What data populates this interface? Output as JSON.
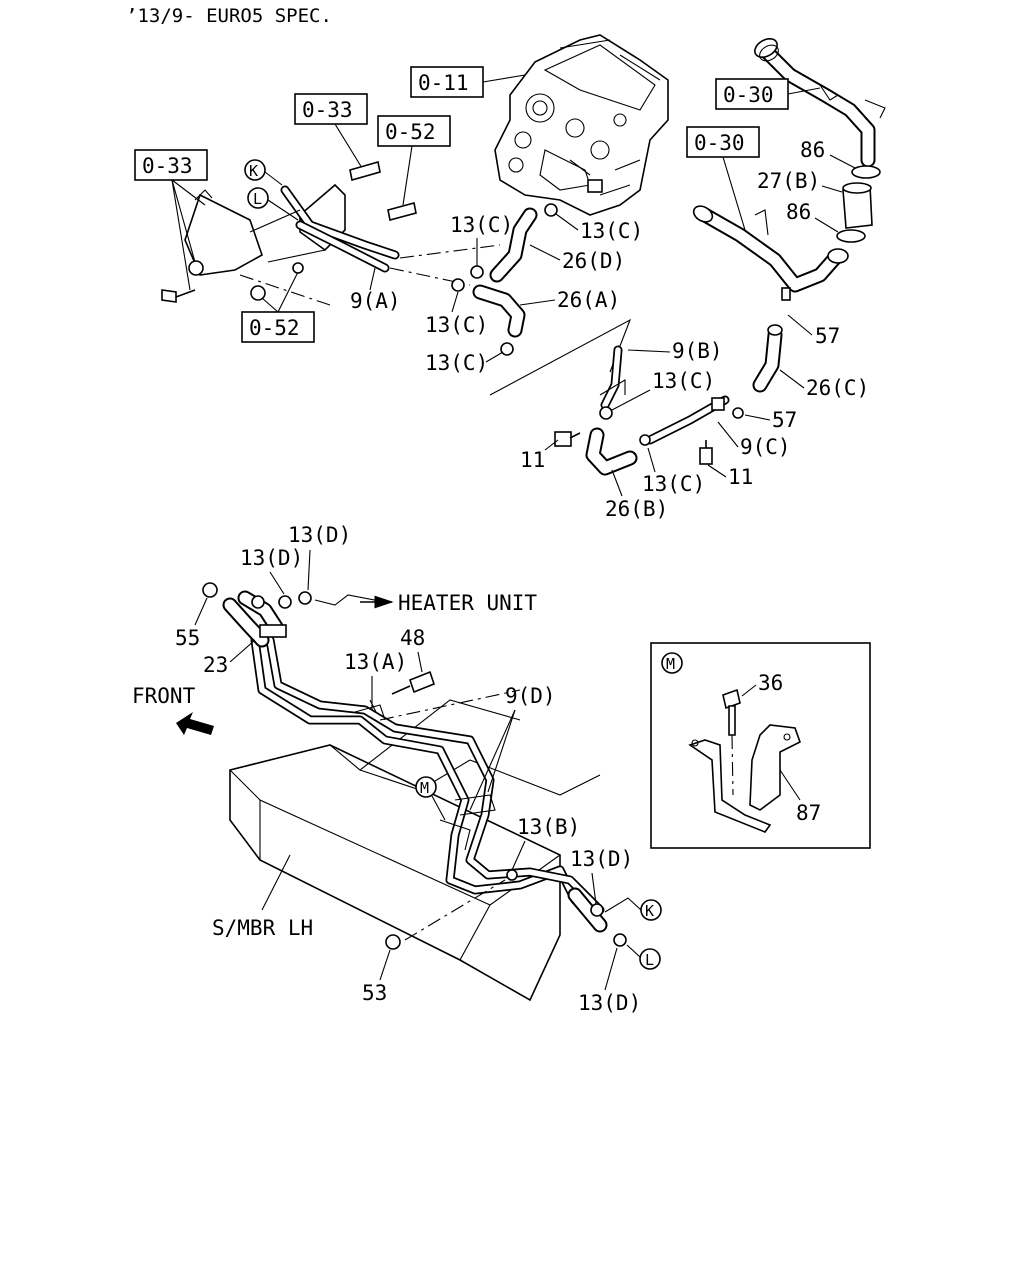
{
  "header": {
    "spec_note": "’13/9- EURO5 SPEC."
  },
  "refs": {
    "r011": "0-11",
    "r030a": "0-30",
    "r030b": "0-30",
    "r033a": "0-33",
    "r033b": "0-33",
    "r052a": "0-52",
    "r052b": "0-52"
  },
  "callouts": {
    "K": "K",
    "L": "L",
    "M": "M"
  },
  "labels": {
    "p86a": "86",
    "p27b": "27(B)",
    "p86b": "86",
    "p13c_1": "13(C)",
    "p13c_2": "13(C)",
    "p26d": "26(D)",
    "p26a": "26(A)",
    "p9a": "9(A)",
    "p13c_3": "13(C)",
    "p13c_4": "13(C)",
    "p57a": "57",
    "p9b": "9(B)",
    "p13c_5": "13(C)",
    "p26c": "26(C)",
    "p57b": "57",
    "p9c": "9(C)",
    "p11a": "11",
    "p11b": "11",
    "p13c_6": "13(C)",
    "p26b": "26(B)",
    "p13d_1": "13(D)",
    "p13d_2": "13(D)",
    "heater": "HEATER UNIT",
    "p55": "55",
    "p23": "23",
    "p48": "48",
    "p13a": "13(A)",
    "front": "FRONT",
    "p9d": "9(D)",
    "p13b": "13(B)",
    "p13d_3": "13(D)",
    "smbr": "S/MBR LH",
    "p53": "53",
    "p13d_4": "13(D)",
    "p36": "36",
    "p87": "87"
  }
}
